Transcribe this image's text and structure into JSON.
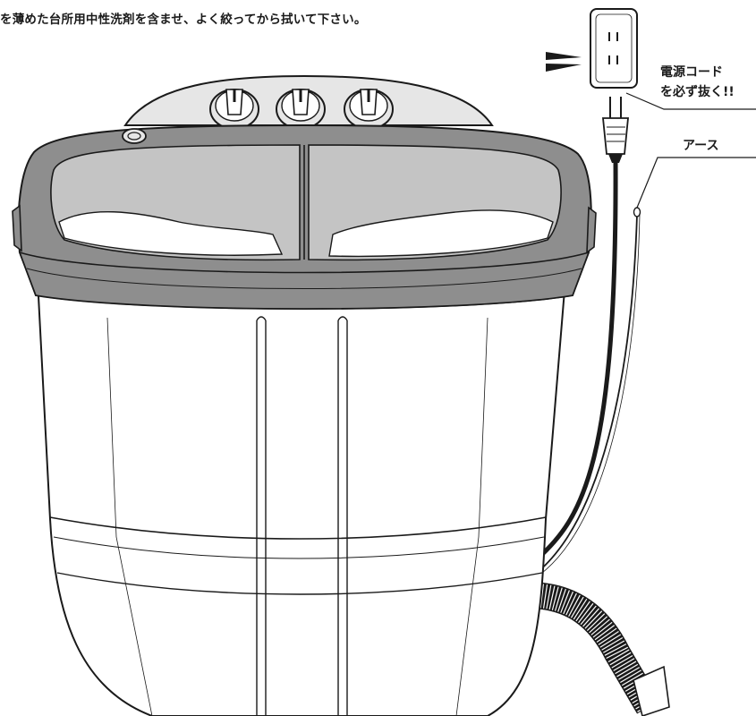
{
  "instruction": {
    "text": "を薄めた台所用中性洗剤を含ませ、よく絞ってから拭いて下さい。"
  },
  "callouts": {
    "power_cord": {
      "line1": "電源コード",
      "line2": "を必ず抜く!!"
    },
    "earth": {
      "label": "アース"
    }
  },
  "colors": {
    "outline": "#1a1a1a",
    "lid_gray": "#8e8e8e",
    "lid_inner": "#c4c4c4",
    "panel": "#e6e6e6",
    "body": "#ffffff"
  }
}
